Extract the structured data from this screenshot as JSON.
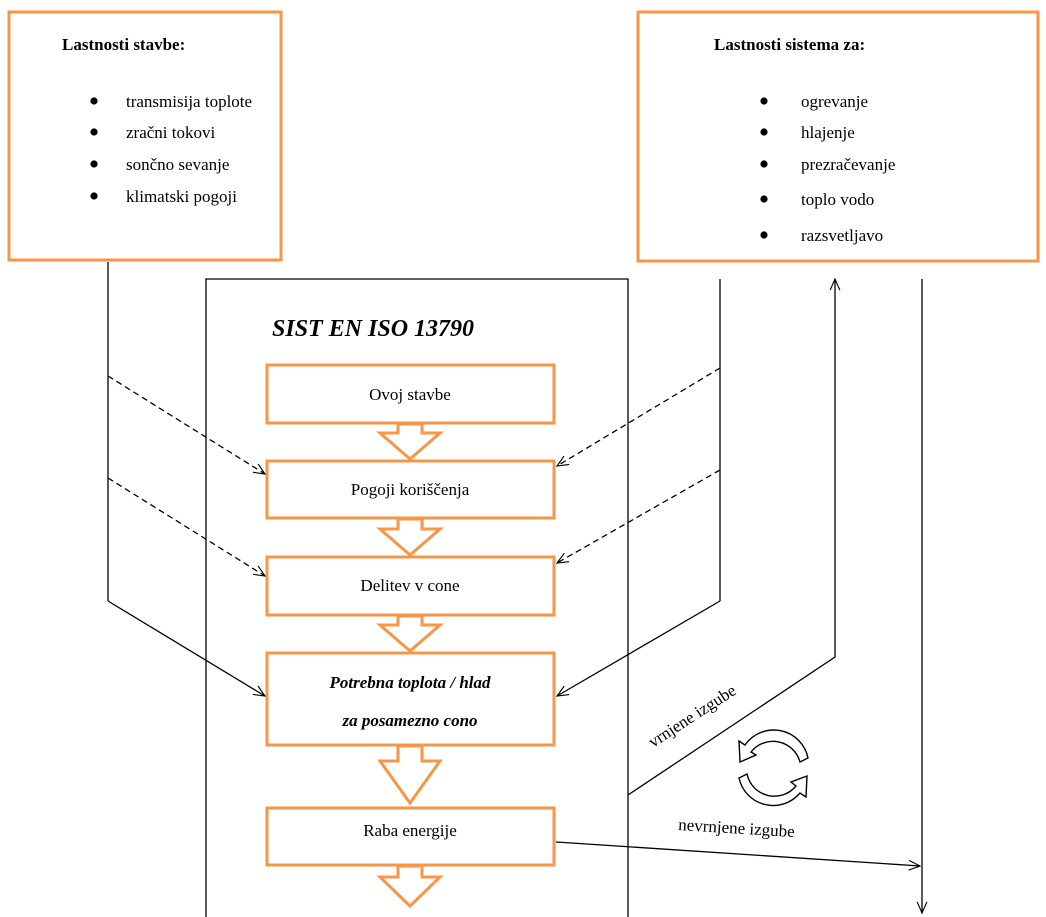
{
  "colors": {
    "box_border": "#f79646",
    "line": "#000000",
    "background": "#ffffff"
  },
  "left_panel": {
    "title": "Lastnosti stavbe:",
    "items": [
      "transmisija toplote",
      "zračni tokovi",
      "sončno sevanje",
      "klimatski pogoji"
    ]
  },
  "right_panel": {
    "title": "Lastnosti sistema za:",
    "items": [
      "ogrevanje",
      "hlajenje",
      "prezračevanje",
      "toplo vodo",
      "razsvetljavo"
    ]
  },
  "standard_title": "SIST EN ISO 13790",
  "steps": [
    {
      "label": "Ovoj stavbe"
    },
    {
      "label": "Pogoji koriščenja"
    },
    {
      "label": "Delitev v cone"
    },
    {
      "label_line1": "Potrebna toplota / hlad",
      "label_line2": "za posamezno cono"
    },
    {
      "label": "Raba energije"
    }
  ],
  "labels": {
    "recovered_losses": "vrnjene izgube",
    "unrecovered_losses": "nevrnjene izgube"
  },
  "icons": {
    "cycle": "circular-arrows-icon"
  }
}
